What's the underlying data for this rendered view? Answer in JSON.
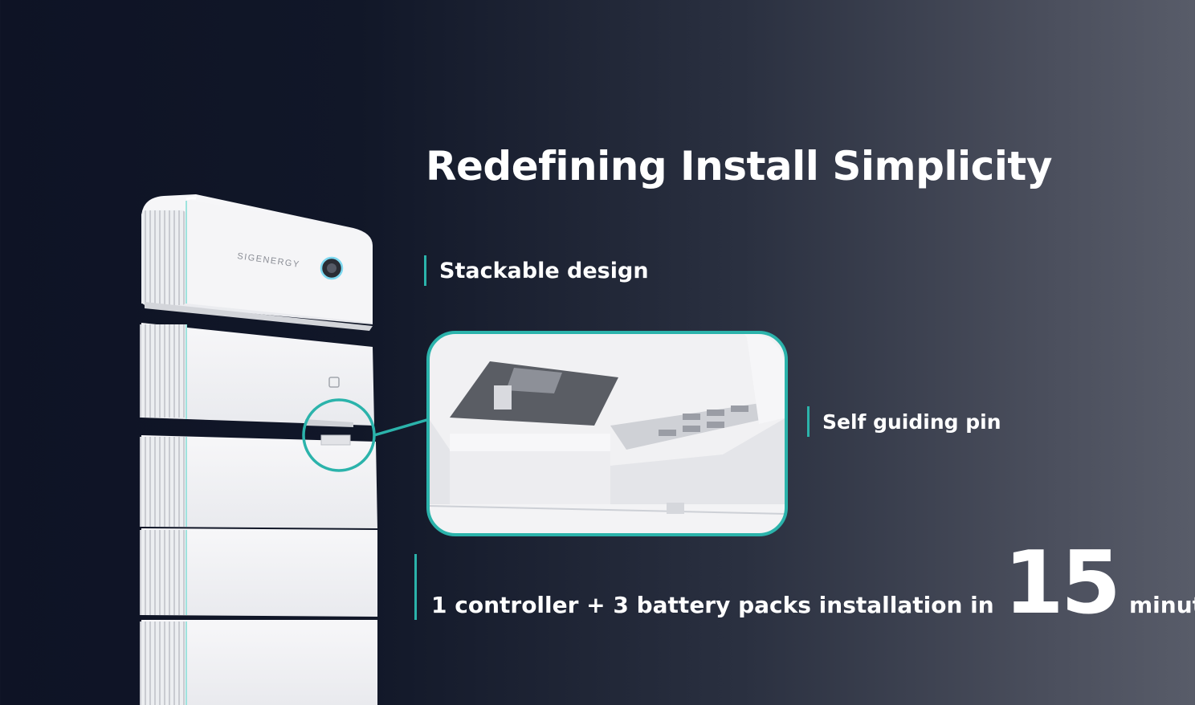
{
  "headline": "Redefining Install Simplicity",
  "features": {
    "stackable": "Stackable design",
    "pin": "Self guiding pin",
    "install_lead": "1 controller + 3 battery packs installation in",
    "install_number": "15",
    "install_unit": "minutes"
  },
  "product": {
    "brand_logo": "SIGENERGY"
  },
  "colors": {
    "accent": "#2bb3ab",
    "background_dark": "#0e1325",
    "background_light": "#585c69",
    "unit_white": "#f2f2f4"
  },
  "icons": [
    "brand-logo",
    "led-ring-button-icon",
    "badge-icon",
    "guiding-pin-icon"
  ]
}
